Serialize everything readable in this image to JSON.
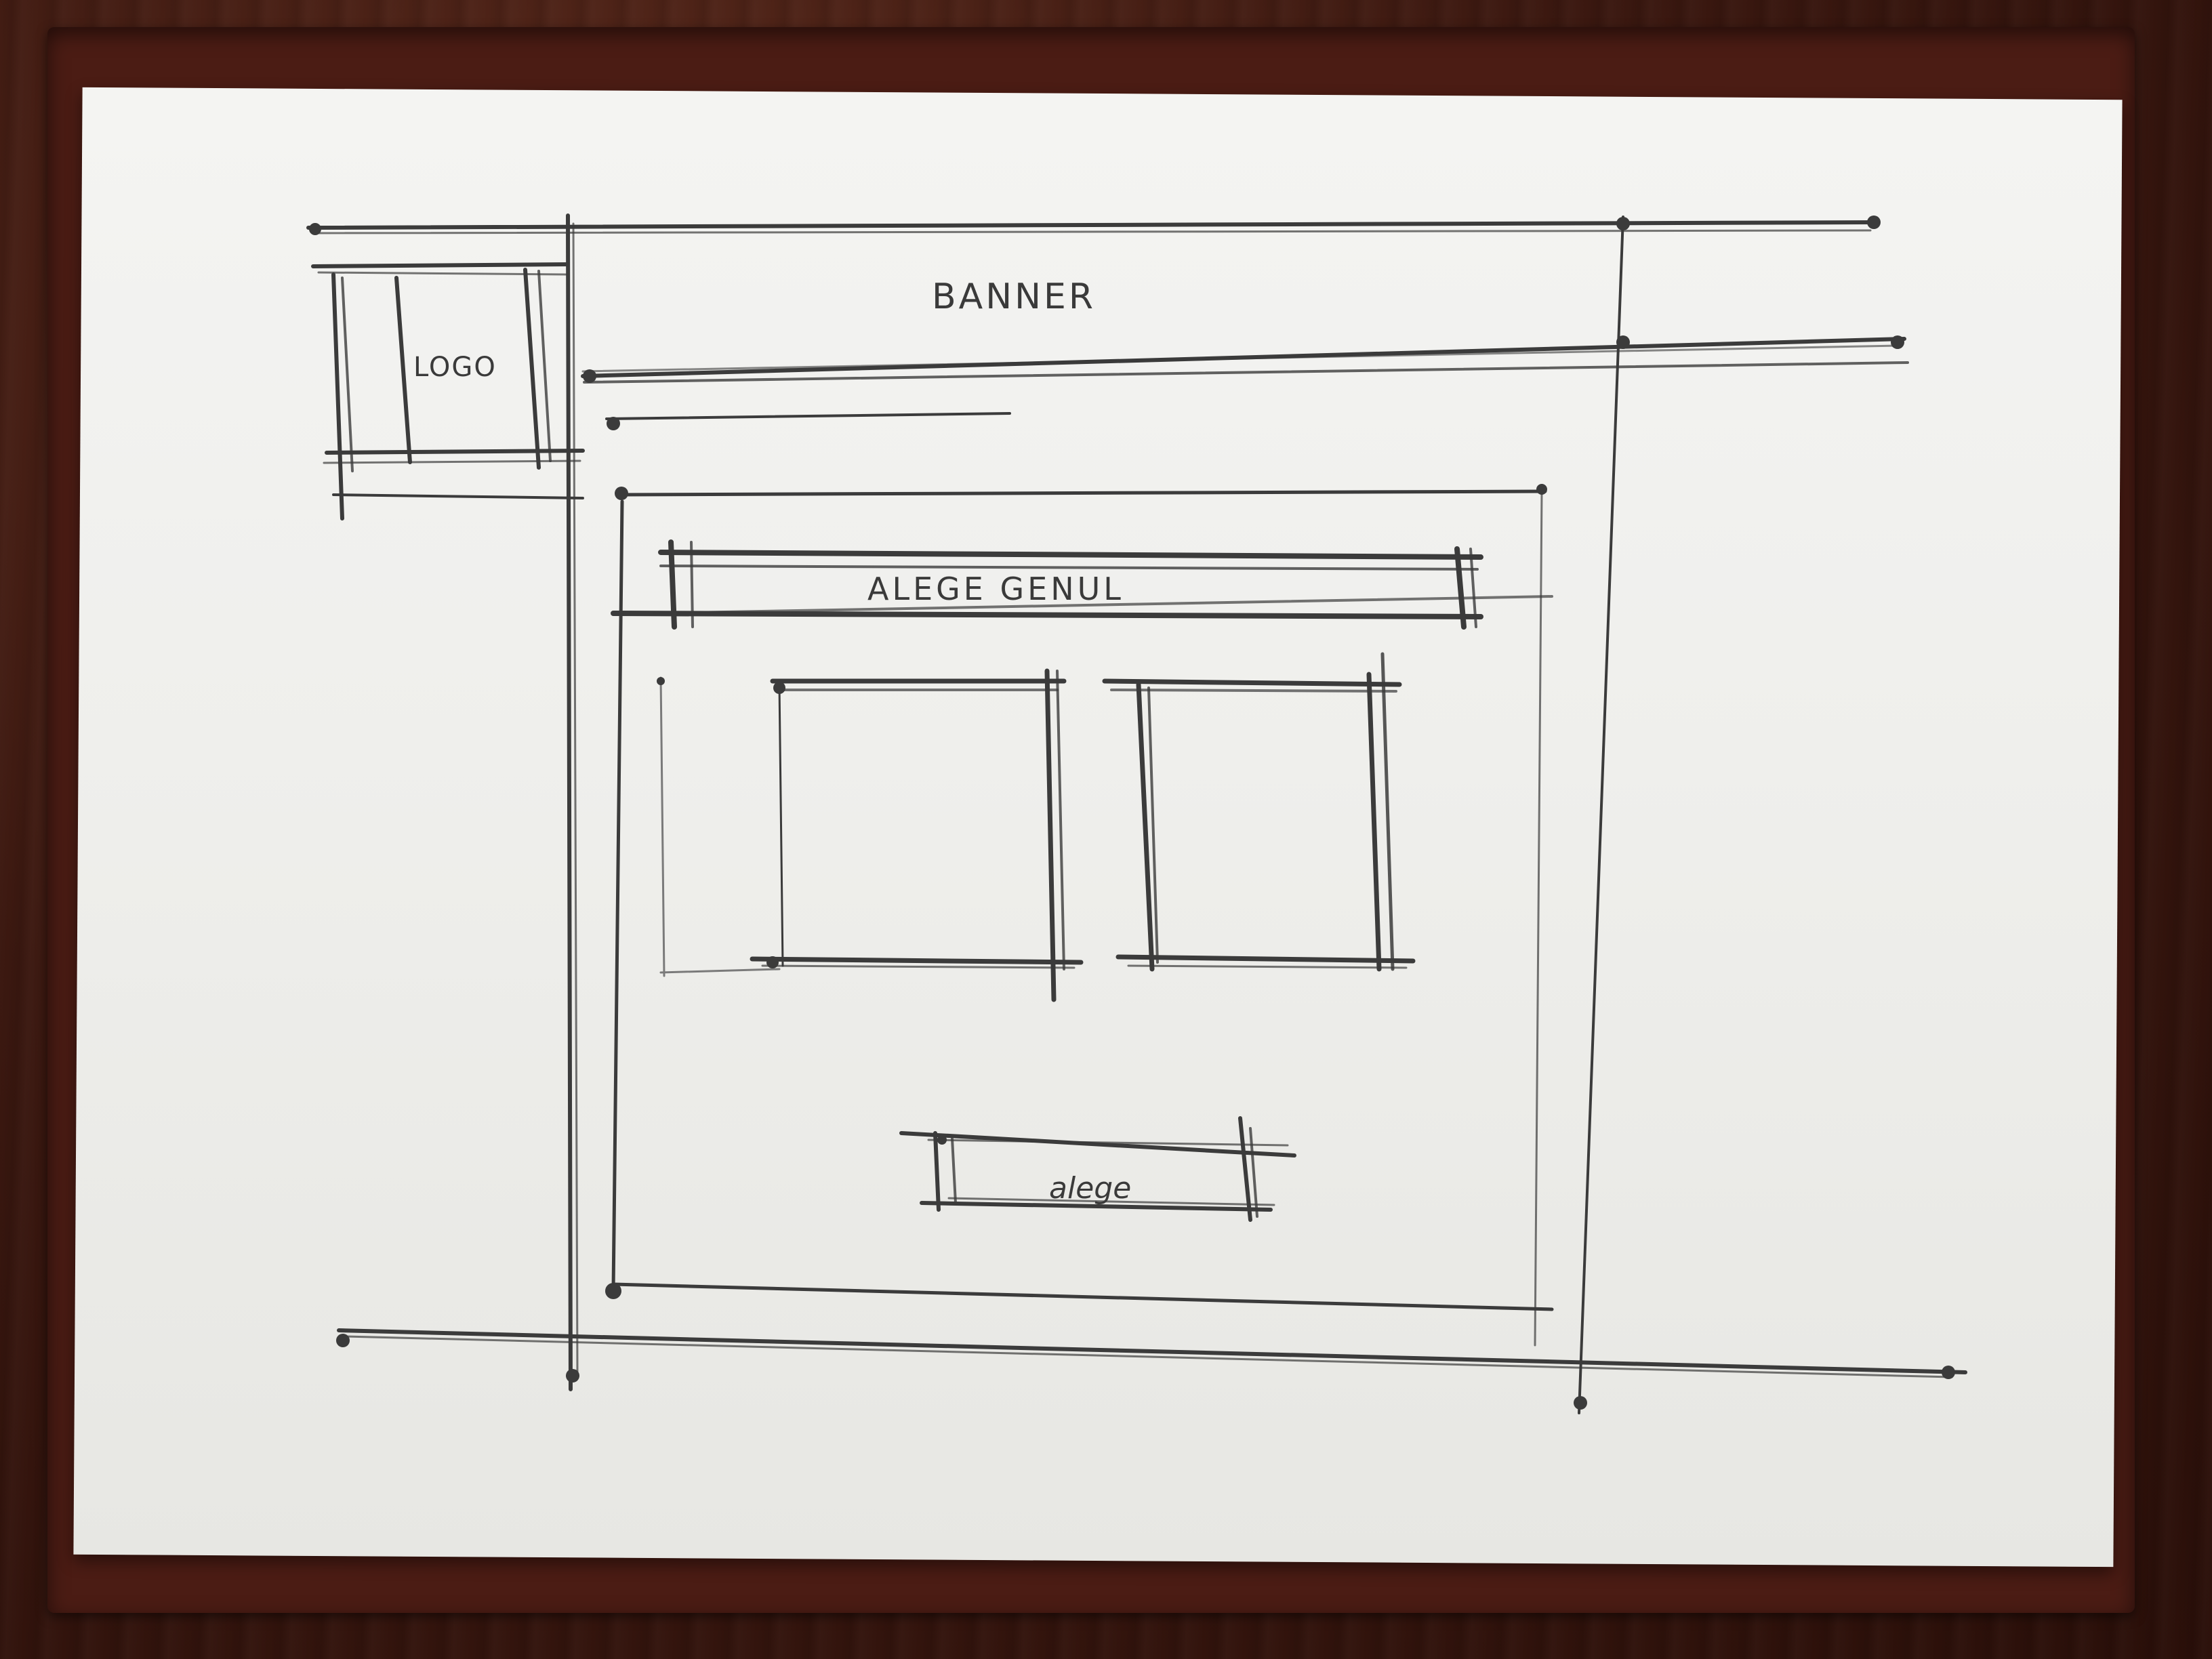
{
  "sketch": {
    "banner_label": "BANNER",
    "logo_label": "LOGO",
    "genre_heading": "ALEGE GENUL",
    "choose_button_label": "alege"
  },
  "colors": {
    "pencil": "#3a3a3a",
    "paper": "#efefec",
    "folder": "#4b1c14"
  }
}
